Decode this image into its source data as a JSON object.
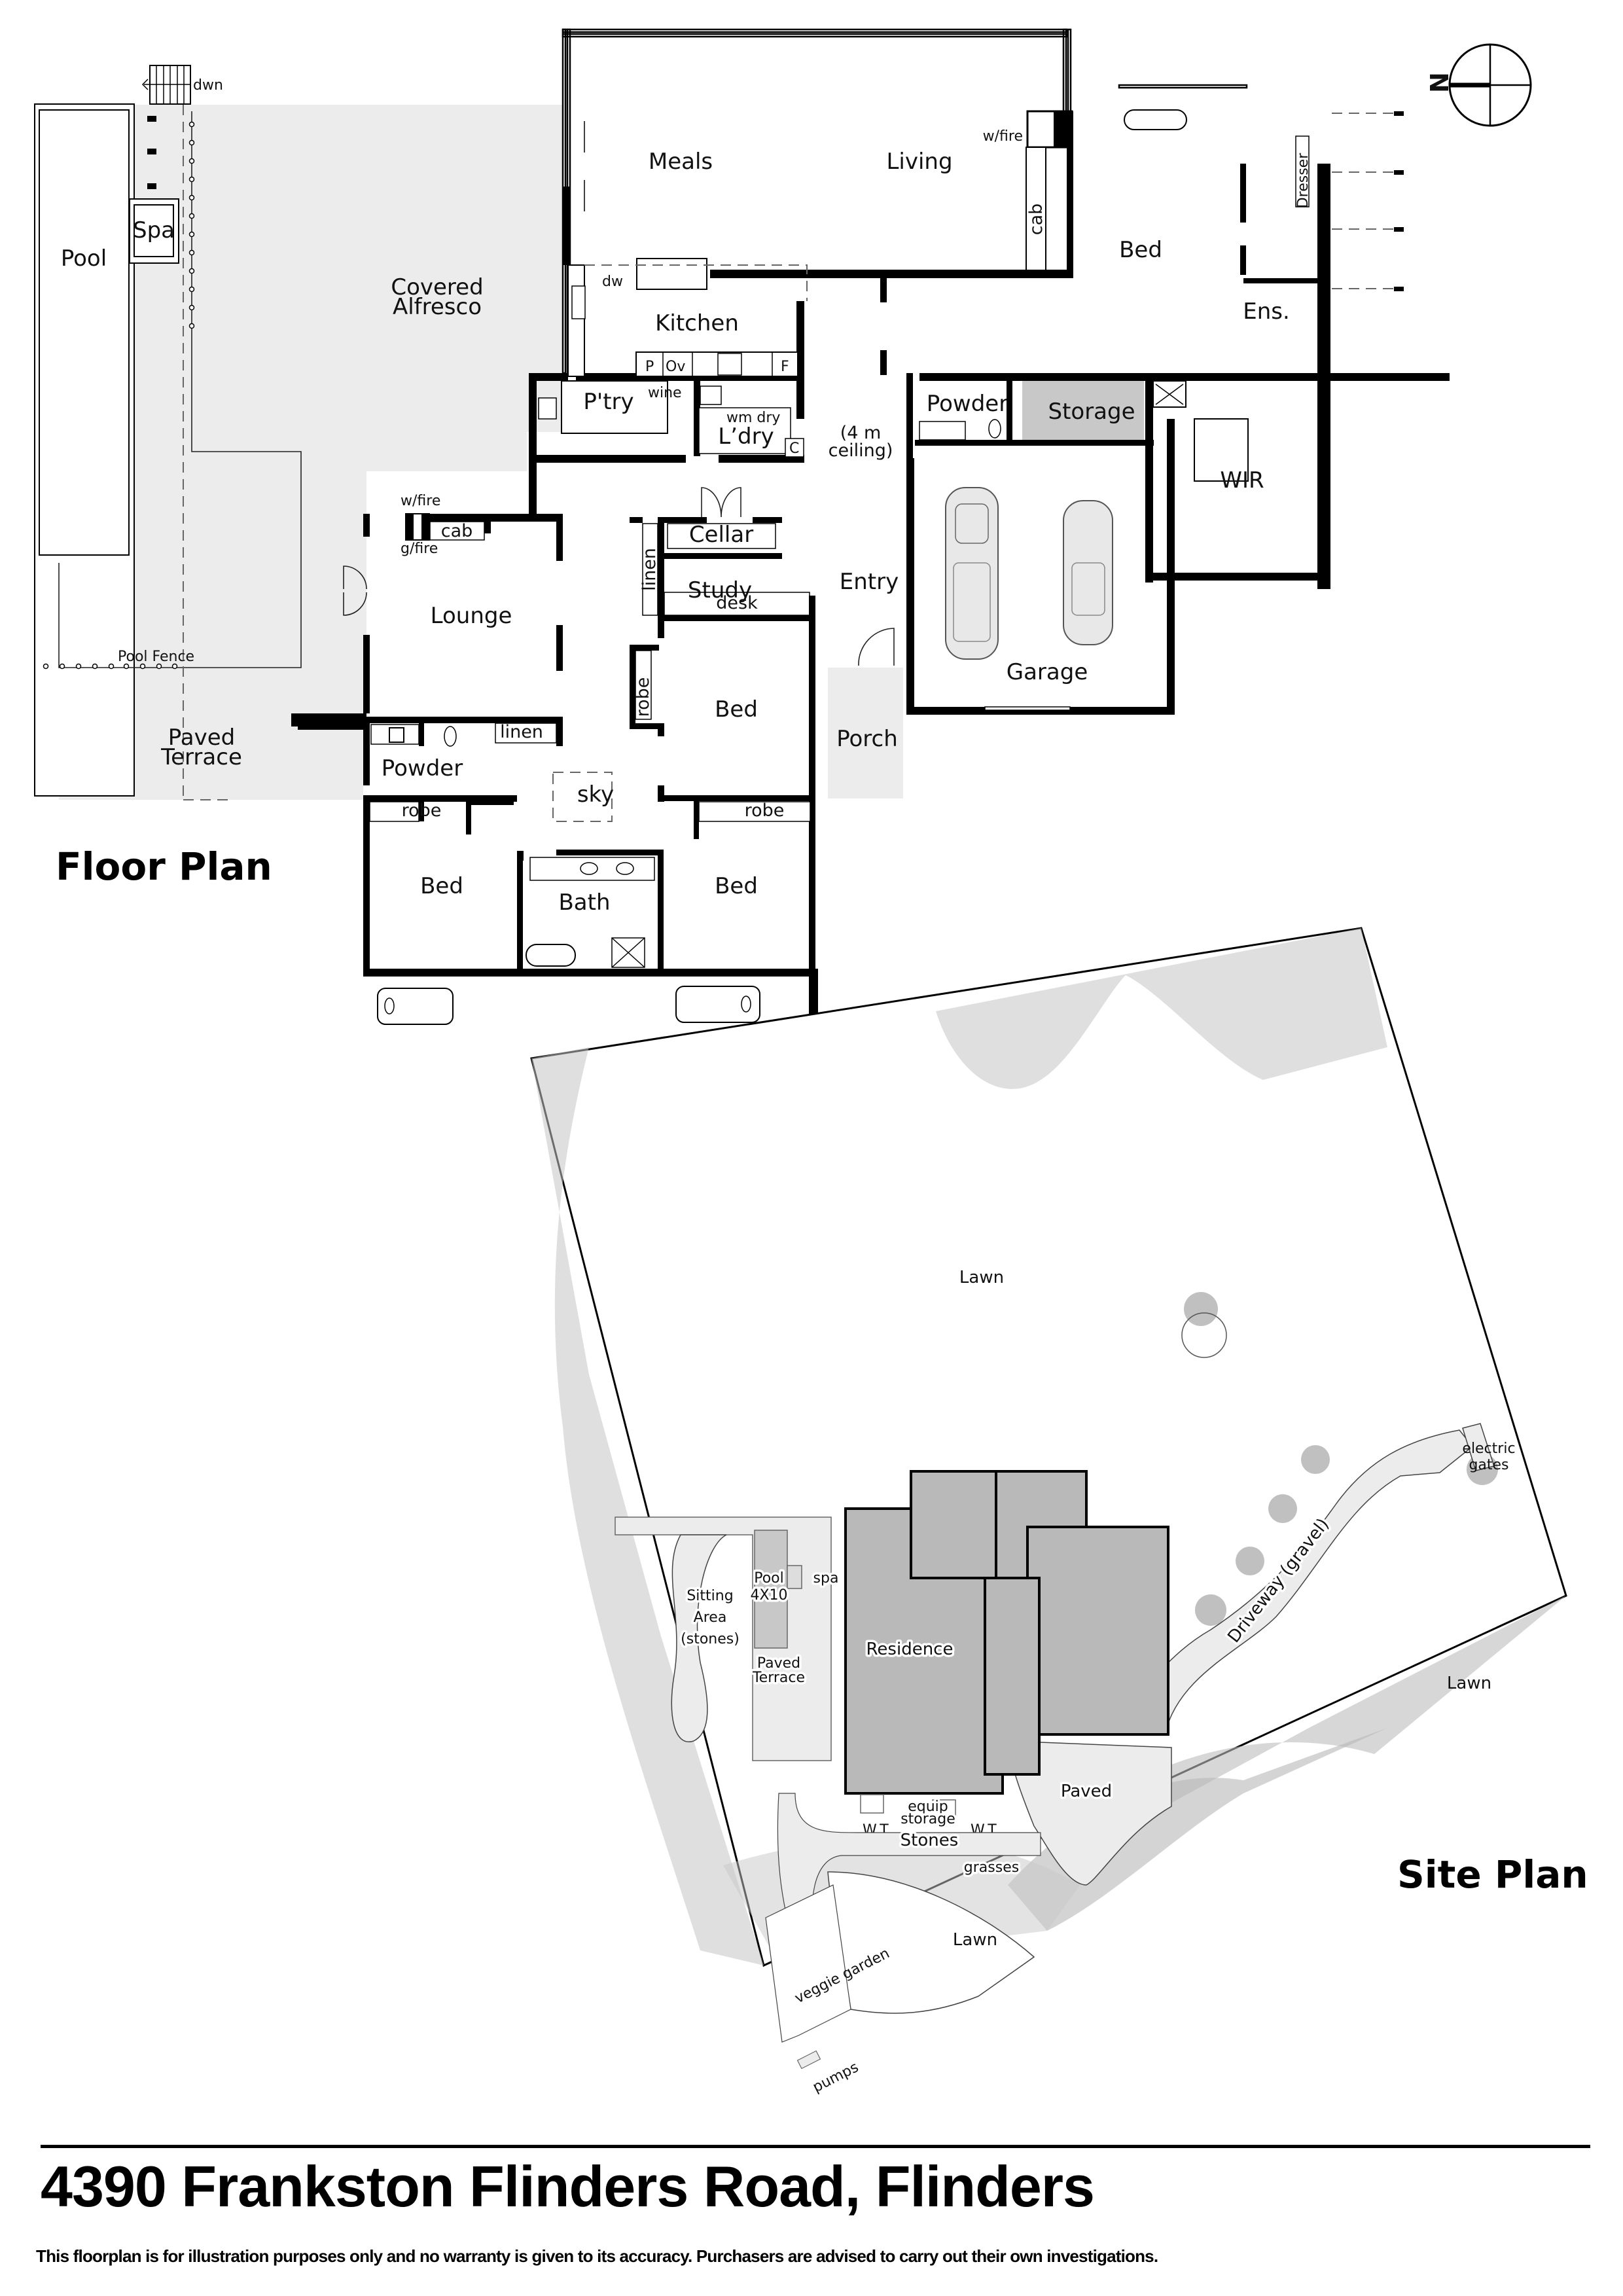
{
  "floor_plan": {
    "heading": "Floor Plan",
    "rooms": {
      "pool": "Pool",
      "spa": "Spa",
      "covered_alfresco_line1": "Covered",
      "covered_alfresco_line2": "Alfresco",
      "stairs_down": "dwn",
      "pool_fence": "Pool Fence",
      "paved_terrace_line1": "Paved",
      "paved_terrace_line2": "Terrace",
      "meals": "Meals",
      "living": "Living",
      "living_fireplace": "w/fire",
      "living_cab": "cab",
      "kitchen": "Kitchen",
      "dishwasher": "dw",
      "kitchen_p": "P",
      "kitchen_oven": "Ov",
      "kitchen_fridge": "F",
      "pantry": "P'try",
      "wine": "wine",
      "laundry": "L’dry",
      "washer_dryer": "wm dry",
      "laundry_c": "C",
      "ceiling_note_line1": "(4 m",
      "ceiling_note_line2": "ceiling)",
      "master_bed": "Bed",
      "ensuite": "Ens.",
      "dresser": "Dresser",
      "wir": "WIR",
      "powder_garage": "Powder",
      "storage": "Storage",
      "garage": "Garage",
      "entry": "Entry",
      "porch": "Porch",
      "cellar": "Cellar",
      "study": "Study",
      "desk": "desk",
      "linen_study": "linen",
      "lounge": "Lounge",
      "lounge_wfire": "w/fire",
      "lounge_gfire": "g/fire",
      "lounge_cab": "cab",
      "powder_west": "Powder",
      "linen_hall": "linen",
      "skylight": "sky",
      "bed_east": "Bed",
      "robe_east": "robe",
      "bed_sw": "Bed",
      "robe_sw": "robe",
      "bath": "Bath",
      "bed_se": "Bed",
      "robe_se": "robe"
    },
    "compass": {
      "label": "N",
      "icon": "north-arrow-compass"
    }
  },
  "site_plan": {
    "heading": "Site Plan",
    "labels": {
      "lawn_main": "Lawn",
      "lawn_east": "Lawn",
      "lawn_south": "Lawn",
      "electric_gates_line1": "electric",
      "electric_gates_line2": "gates",
      "driveway": "Driveway (gravel)",
      "residence": "Residence",
      "pool_line1": "Pool",
      "pool_line2": "4X10",
      "spa": "spa",
      "sitting_area_line1": "Sitting",
      "sitting_area_line2": "Area",
      "sitting_area_line3": "(stones)",
      "paved_terrace_line1": "Paved",
      "paved_terrace_line2": "Terrace",
      "paved": "Paved",
      "equip_storage_line1": "equip",
      "equip_storage_line2": "storage",
      "water_tank_left": "W.T.",
      "water_tank_right": "W.T.",
      "stones": "Stones",
      "grasses": "grasses",
      "veggie_garden": "veggie garden",
      "pumps": "pumps"
    }
  },
  "footer": {
    "address": "4390 Frankston Flinders Road, Flinders",
    "disclaimer": "This floorplan is for illustration purposes only and no warranty is given to its accuracy. Purchasers are advised to carry out their own investigations."
  },
  "colors": {
    "wall": "#000000",
    "outdoor_fill": "#ececec",
    "storage_fill": "#c8c8c8",
    "residence_fill": "#b9b9b9",
    "tree_fill": "#b5b5b5"
  }
}
